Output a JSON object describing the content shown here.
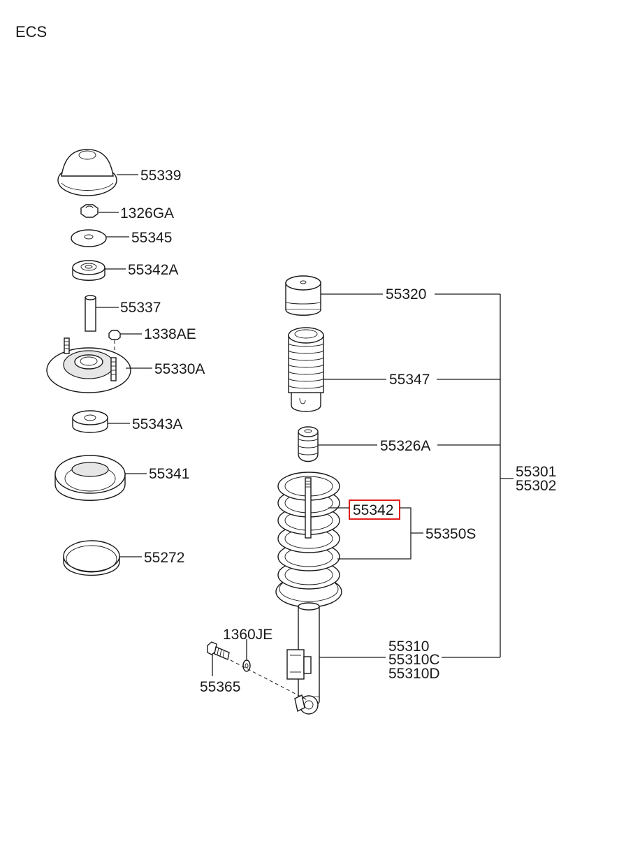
{
  "title": "ECS",
  "highlight_color": "#e0201c",
  "parts": {
    "p55339": "55339",
    "p1326GA": "1326GA",
    "p55345": "55345",
    "p55342A": "55342A",
    "p55337": "55337",
    "p1338AE": "1338AE",
    "p55330A": "55330A",
    "p55343A": "55343A",
    "p55341": "55341",
    "p55272": "55272",
    "p55320": "55320",
    "p55347": "55347",
    "p55326A": "55326A",
    "p55301": "55301",
    "p55302": "55302",
    "p55342": "55342",
    "p55350S": "55350S",
    "p55310": "55310",
    "p55310C": "55310C",
    "p55310D": "55310D",
    "p1360JE": "1360JE",
    "p55365": "55365"
  }
}
